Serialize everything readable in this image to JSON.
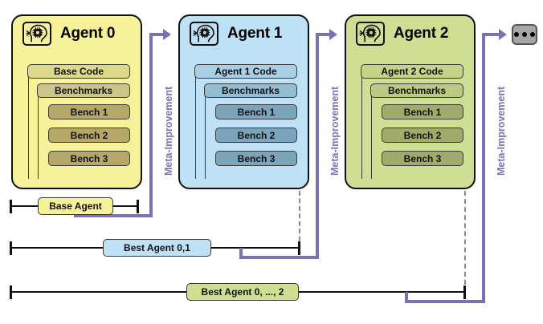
{
  "diagram": {
    "title": "Self-improving agent meta-improvement loop",
    "colors": {
      "agent0_fill": "#f7f29a",
      "agent0_code": "#ded98a",
      "agent0_bench_header": "#cdc489",
      "agent0_bench": "#b5a767",
      "agent1_fill": "#bfe1f6",
      "agent1_code": "#a8cfe4",
      "agent1_bench_header": "#93bdd3",
      "agent1_bench": "#7ba5bb",
      "agent2_fill": "#cede93",
      "agent2_code": "#c3d489",
      "agent2_bench_header": "#b8cb80",
      "agent2_bench": "#a0ab6b",
      "arrow_purple": "#7b72b5",
      "measure_black": "#111111",
      "dashed_gray": "#8a8a8a",
      "dots_gray": "#a6a6a6"
    },
    "agents": [
      {
        "id": "agent-0",
        "title": "Agent 0",
        "icon": "brain-chip-icon",
        "code_label": "Base Code",
        "benchmarks_label": "Benchmarks",
        "benches": [
          "Bench 1",
          "Bench 2",
          "Bench 3"
        ]
      },
      {
        "id": "agent-1",
        "title": "Agent 1",
        "icon": "brain-chip-icon",
        "code_label": "Agent 1 Code",
        "benchmarks_label": "Benchmarks",
        "benches": [
          "Bench 1",
          "Bench 2",
          "Bench 3"
        ]
      },
      {
        "id": "agent-2",
        "title": "Agent 2",
        "icon": "brain-chip-icon",
        "code_label": "Agent 2 Code",
        "benchmarks_label": "Benchmarks",
        "benches": [
          "Bench 1",
          "Bench 2",
          "Bench 3"
        ]
      }
    ],
    "meta_improvement": {
      "label": "Meta-Improvement",
      "count": 3
    },
    "continuation": {
      "label": "...",
      "dots": 3
    },
    "selection_rows": [
      {
        "id": "row-base-agent",
        "label": "Base Agent"
      },
      {
        "id": "row-best-agent-01",
        "label": "Best Agent 0,1"
      },
      {
        "id": "row-best-agent-02",
        "label": "Best Agent 0, ..., 2"
      }
    ]
  }
}
